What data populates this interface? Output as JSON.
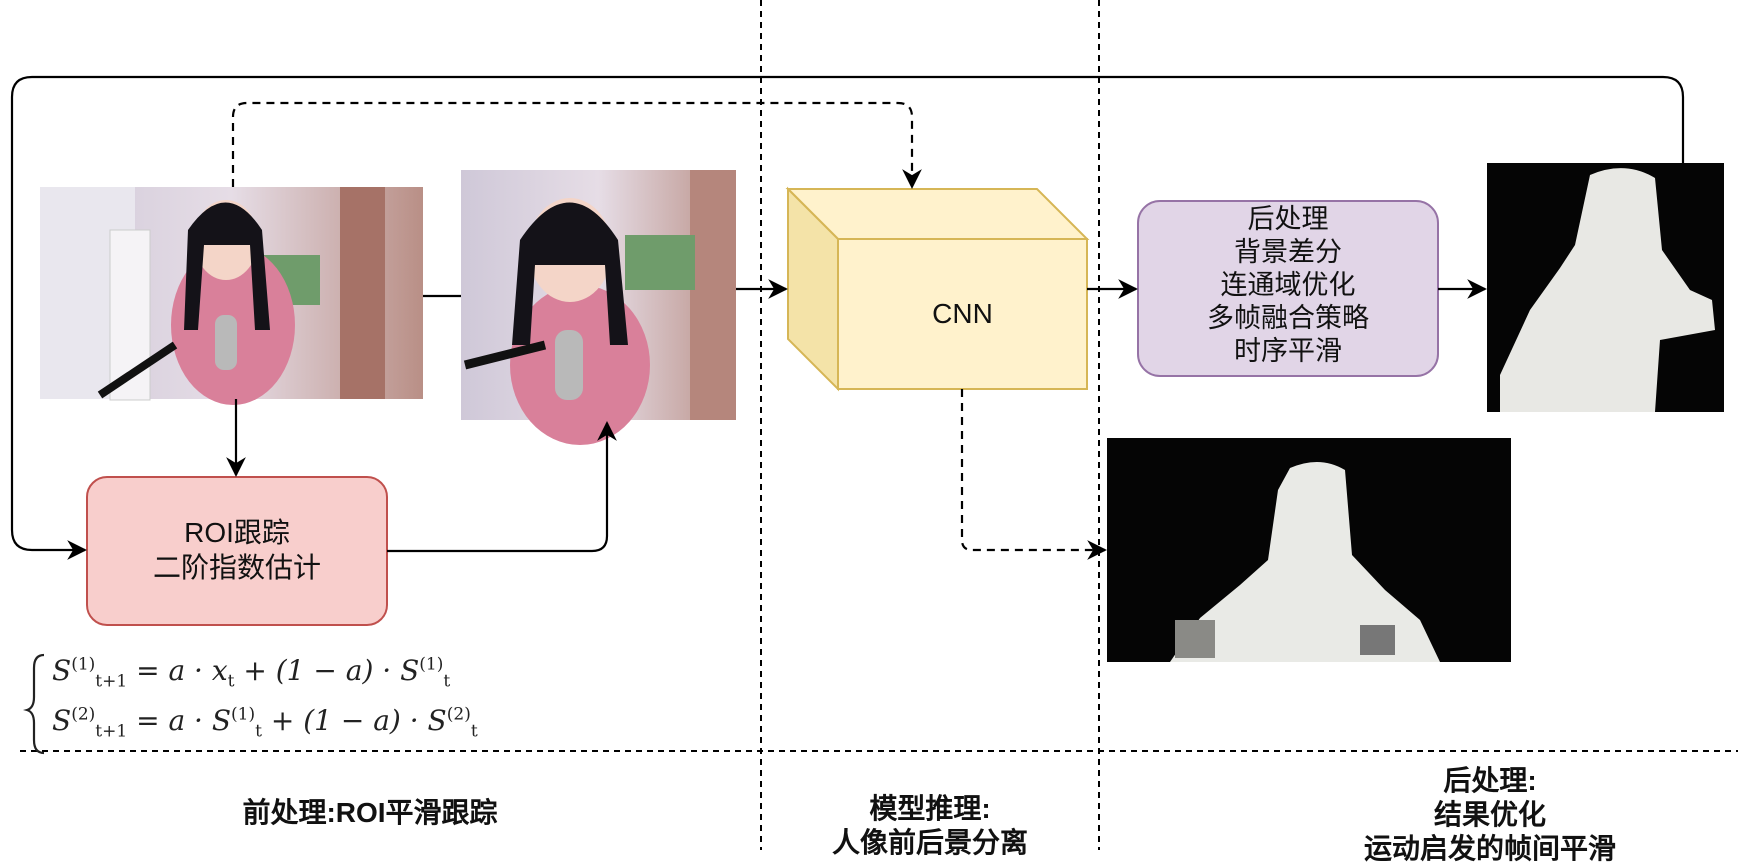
{
  "boxes": {
    "roi": {
      "lines": [
        "ROI跟踪",
        "二阶指数估计"
      ],
      "fill": "#f8cecc",
      "stroke": "#c0504d"
    },
    "cnn": {
      "label": "CNN",
      "fill": "#fff2cc",
      "stroke": "#d6b656"
    },
    "post": {
      "lines": [
        "后处理",
        "背景差分",
        "连通域优化",
        "多帧融合策略",
        "时序平滑"
      ],
      "fill": "#e1d5e7",
      "stroke": "#9673a6"
    }
  },
  "formula": {
    "row1": {
      "lhs": "S",
      "lhs_sub": "t+1",
      "lhs_sup": "(1)",
      "rhs": "= a · x",
      "rhs_sub": "t",
      "tail": "+ (1 − a) · S",
      "tail_sub": "t",
      "tail_sup": "(1)"
    },
    "row2": {
      "lhs": "S",
      "lhs_sub": "t+1",
      "lhs_sup": "(2)",
      "rhs": "= a · S",
      "rhs_sub": "t",
      "rhs_sup": "(1)",
      "tail": "+ (1 − a) · S",
      "tail_sub": "t",
      "tail_sup": "(2)"
    }
  },
  "sections": {
    "pre": {
      "line1": "前处理:ROI平滑跟踪"
    },
    "model": {
      "line1": "模型推理:",
      "line2": "人像前后景分离"
    },
    "post": {
      "line1": "后处理:",
      "line2": "结果优化",
      "line3": "运动启发的帧间平滑"
    }
  }
}
